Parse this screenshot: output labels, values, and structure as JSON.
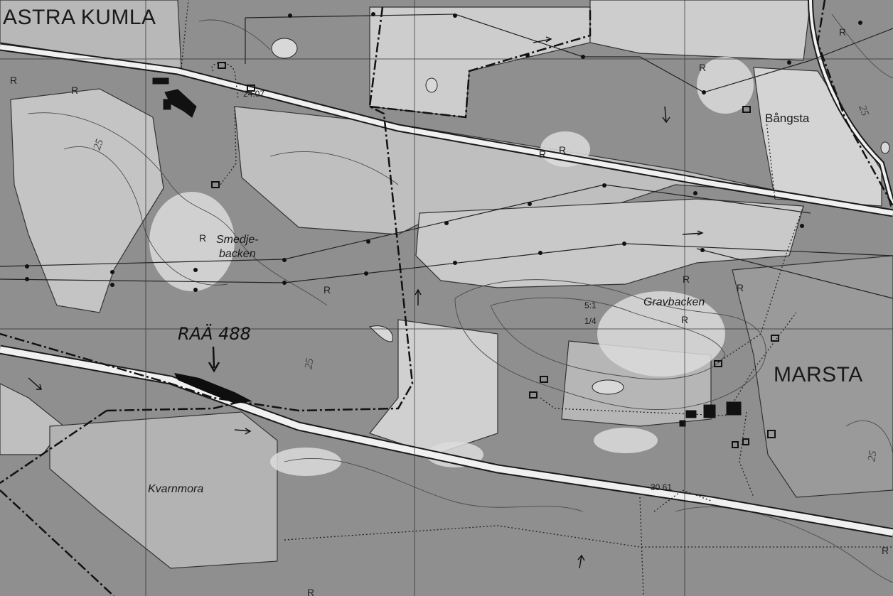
{
  "map": {
    "labels": {
      "astra_kumla": "ASTRA KUMLA",
      "bangsta": "Bångsta",
      "marsta": "MARSTA",
      "smedjebacken_1": "Smedje-",
      "smedjebacken_2": "backen",
      "gravbacken": "Gravbacken",
      "kvarnmora": "Kvarnmora",
      "raa": "RAÄ 488",
      "elev_1": "24.07",
      "elev_2": "30.61",
      "ratio_1": "5:1",
      "ratio_2": "1/4",
      "contour_25": "25",
      "r_mark": "R"
    },
    "colors": {
      "forest": "#8e8e8e",
      "field": "#cfcfcf",
      "light": "#e6e6e6",
      "road": "#f2f2f2",
      "line": "#1e1e1e"
    }
  }
}
